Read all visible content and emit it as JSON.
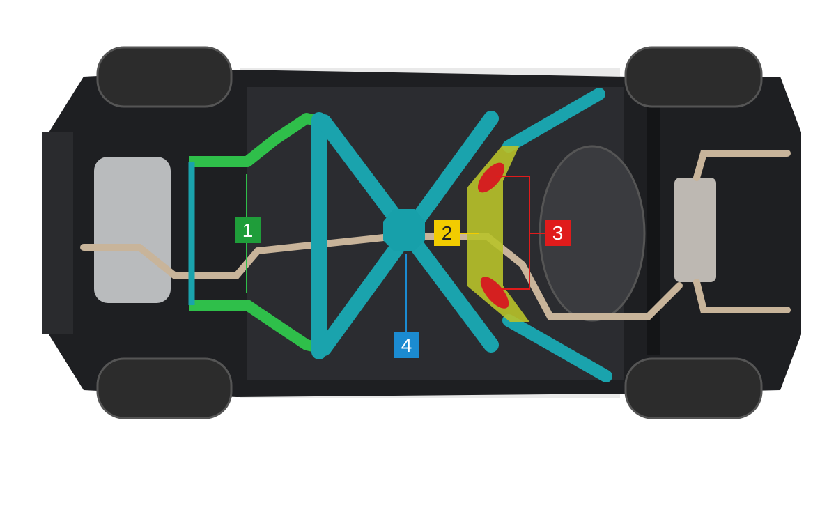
{
  "callouts": [
    {
      "label": "1",
      "color": "#1f9d3a",
      "part": "front-brace"
    },
    {
      "label": "2",
      "color": "#f2cc00",
      "part": "center-brace"
    },
    {
      "label": "3",
      "color": "#e01b1b",
      "part": "rear-brace-pads"
    },
    {
      "label": "4",
      "color": "#1b8bd1",
      "part": "x-brace"
    }
  ],
  "colors": {
    "brace_teal": "#1aa3ad",
    "brace_green": "#2fbf4a",
    "brace_yellow": "#b8c22a",
    "body": "#1e1f22",
    "pipe": "#c8b49a"
  }
}
